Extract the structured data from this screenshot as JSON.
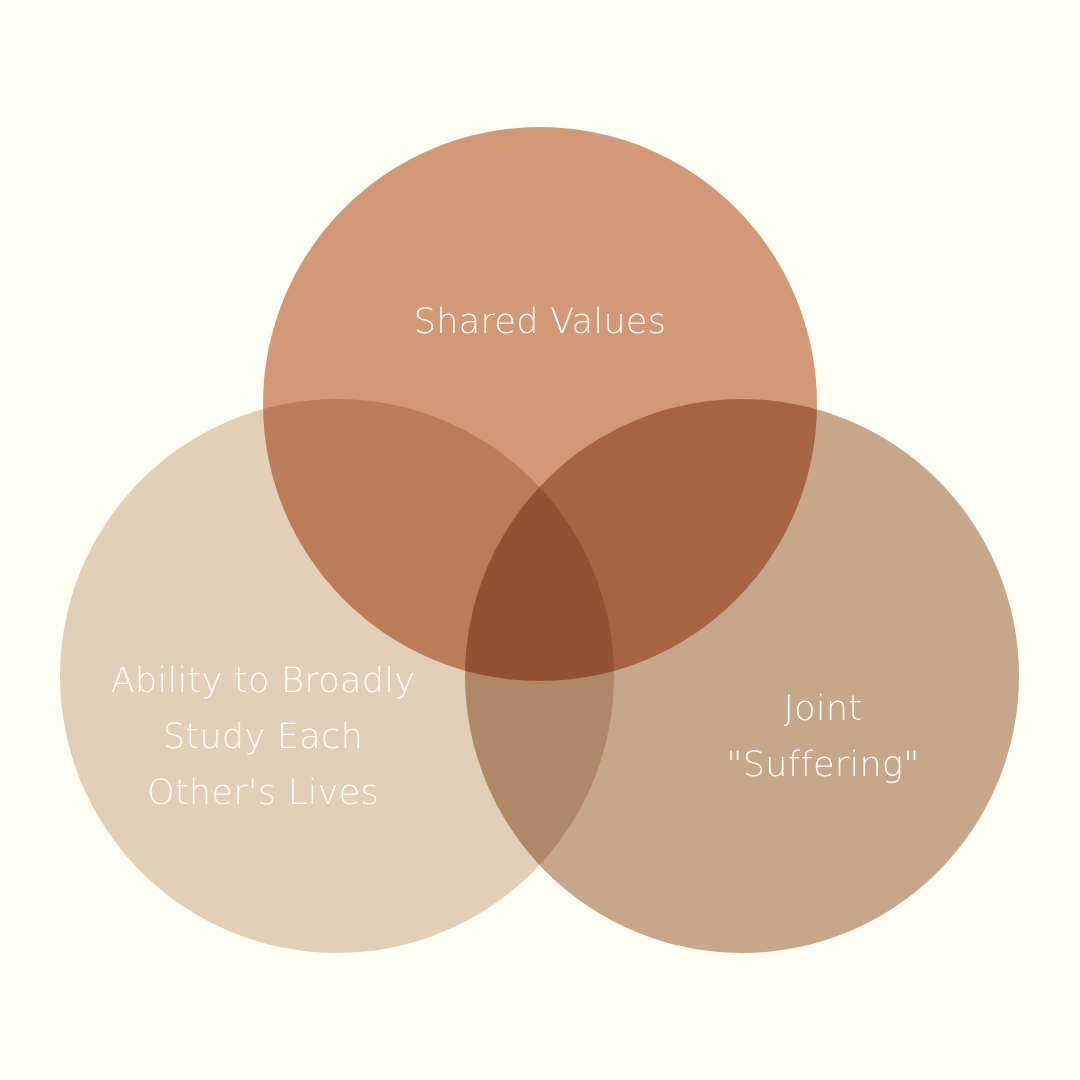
{
  "background_color": "#fffef4",
  "sets": {
    "top": {
      "lines": [
        "Shared Values"
      ],
      "color": "#d39a7b"
    },
    "left": {
      "lines": [
        "Ability to Broadly",
        "Study Each",
        "Other's Lives"
      ],
      "color": "#e1d0c0"
    },
    "right": {
      "lines": [
        "Joint",
        "\"Suffering\""
      ],
      "color": "#c7a890"
    }
  }
}
